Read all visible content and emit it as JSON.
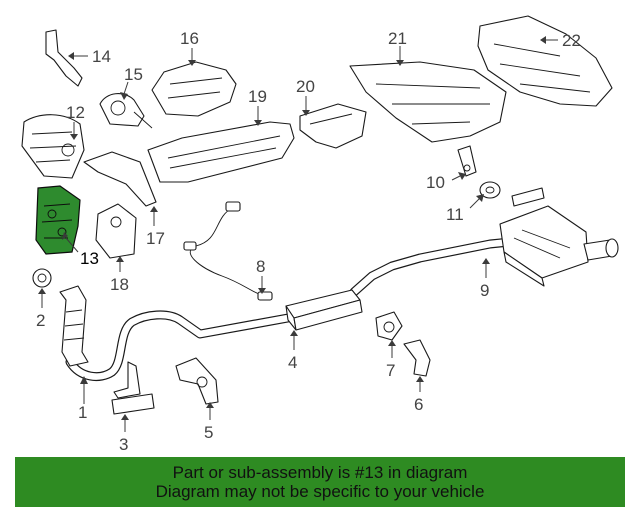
{
  "colors": {
    "highlight_part": "#2e8b2e",
    "banner_background": "#2e8b22",
    "line_art": "#1a1a1a",
    "callout_text": "#444444"
  },
  "diagram": {
    "highlighted_part": "13",
    "callouts": [
      "1",
      "2",
      "3",
      "4",
      "5",
      "6",
      "7",
      "8",
      "9",
      "10",
      "11",
      "12",
      "13",
      "14",
      "15",
      "16",
      "17",
      "18",
      "19",
      "20",
      "21",
      "22"
    ]
  },
  "banner": {
    "line1": "Part or sub-assembly is #13 in diagram",
    "line2": "Diagram may not be specific to your vehicle"
  }
}
